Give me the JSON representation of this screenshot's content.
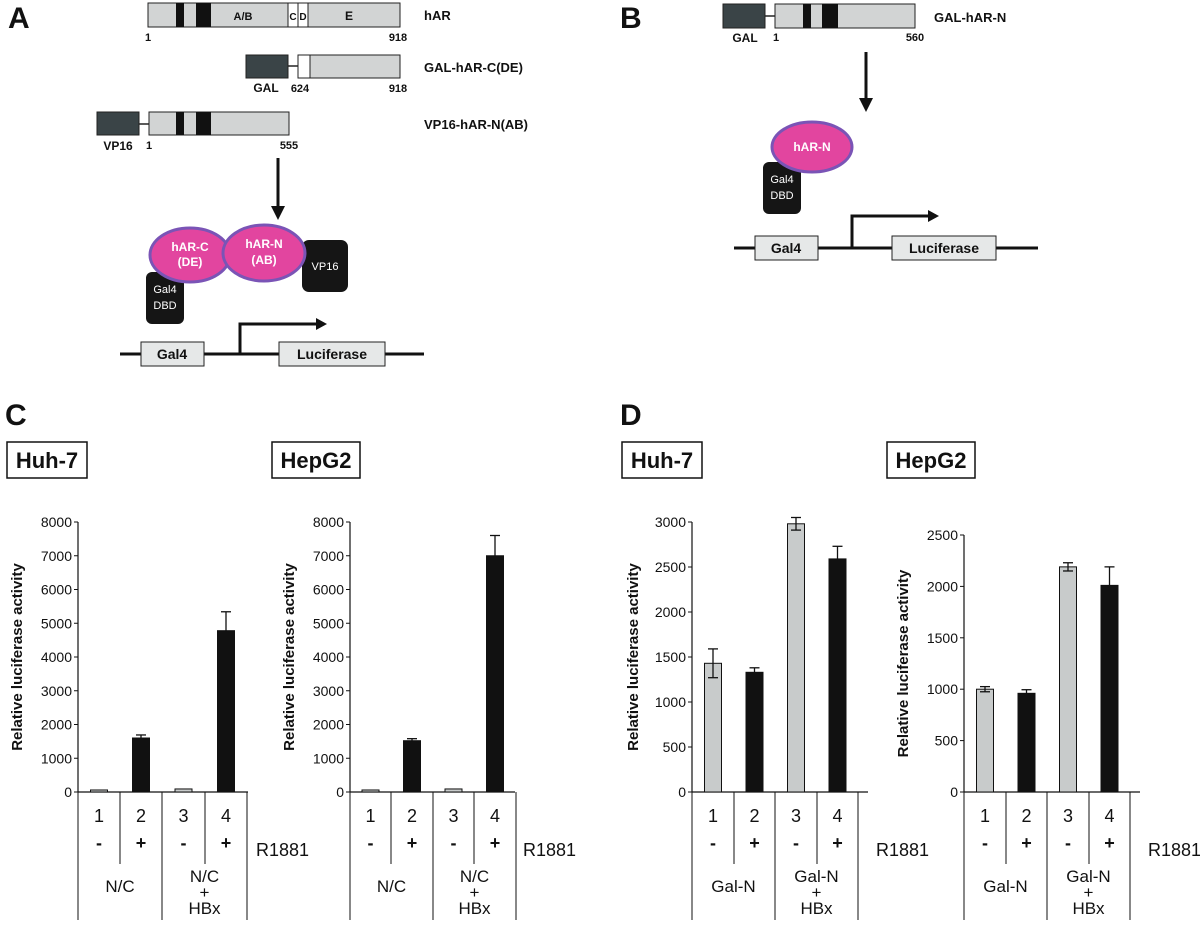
{
  "colors": {
    "dark_domain": "#3a4447",
    "light_domain": "#d2d4d4",
    "black_band": "#111111",
    "protein_fill": "#e2459f",
    "protein_stroke": "#7a54b6",
    "box_fill": "#e6e8e8",
    "gray_bar": "#c8cbcb",
    "black_bar": "#111111"
  },
  "panel_a": {
    "label": "A",
    "hAR": {
      "name": "hAR",
      "seg_ab": "A/B",
      "seg_c": "C",
      "seg_d": "D",
      "seg_e": "E",
      "start": "1",
      "end": "918"
    },
    "gal_c": {
      "name": "GAL-hAR-C(DE)",
      "gal": "GAL",
      "start": "624",
      "end": "918"
    },
    "vp16_n": {
      "name": "VP16-hAR-N(AB)",
      "vp16": "VP16",
      "start": "1",
      "end": "555"
    },
    "model": {
      "hAR_C_l1": "hAR-C",
      "hAR_C_l2": "(DE)",
      "hAR_N_l1": "hAR-N",
      "hAR_N_l2": "(AB)",
      "vp16": "VP16",
      "dbd_l1": "Gal4",
      "dbd_l2": "DBD",
      "gal4": "Gal4",
      "luciferase": "Luciferase"
    }
  },
  "panel_b": {
    "label": "B",
    "gal_n": {
      "name": "GAL-hAR-N",
      "gal": "GAL",
      "start": "1",
      "end": "560"
    },
    "model": {
      "hAR_N": "hAR-N",
      "dbd_l1": "Gal4",
      "dbd_l2": "DBD",
      "gal4": "Gal4",
      "luciferase": "Luciferase"
    }
  },
  "panel_c": {
    "label": "C"
  },
  "panel_d": {
    "label": "D"
  },
  "chart_data": [
    {
      "type": "bar",
      "panel": "C",
      "title": "Huh-7",
      "ylabel": "Relative luciferase activity",
      "ylim": [
        0,
        8000
      ],
      "yticks": [
        0,
        1000,
        2000,
        3000,
        4000,
        5000,
        6000,
        7000,
        8000
      ],
      "categories": [
        "1",
        "2",
        "3",
        "4"
      ],
      "r1881": [
        "-",
        "+",
        "-",
        "+"
      ],
      "r1881_label": "R1881",
      "groups": [
        {
          "line1": "N/C",
          "line2": "",
          "line3": ""
        },
        {
          "line1": "N/C",
          "line2": "+",
          "line3": "HBx"
        }
      ],
      "values": [
        60,
        1600,
        90,
        4780
      ],
      "errors": [
        0,
        90,
        0,
        560
      ],
      "bar_colors": [
        "gray",
        "black",
        "gray",
        "black"
      ]
    },
    {
      "type": "bar",
      "panel": "C",
      "title": "HepG2",
      "ylabel": "Relative luciferase activity",
      "ylim": [
        0,
        8000
      ],
      "yticks": [
        0,
        1000,
        2000,
        3000,
        4000,
        5000,
        6000,
        7000,
        8000
      ],
      "categories": [
        "1",
        "2",
        "3",
        "4"
      ],
      "r1881": [
        "-",
        "+",
        "-",
        "+"
      ],
      "r1881_label": "R1881",
      "groups": [
        {
          "line1": "N/C",
          "line2": "",
          "line3": ""
        },
        {
          "line1": "N/C",
          "line2": "+",
          "line3": "HBx"
        }
      ],
      "values": [
        60,
        1520,
        90,
        7000
      ],
      "errors": [
        0,
        60,
        0,
        600
      ],
      "bar_colors": [
        "gray",
        "black",
        "gray",
        "black"
      ]
    },
    {
      "type": "bar",
      "panel": "D",
      "title": "Huh-7",
      "ylabel": "Relative luciferase activity",
      "ylim": [
        0,
        3000
      ],
      "yticks": [
        0,
        500,
        1000,
        1500,
        2000,
        2500,
        3000
      ],
      "categories": [
        "1",
        "2",
        "3",
        "4"
      ],
      "r1881": [
        "-",
        "+",
        "-",
        "+"
      ],
      "r1881_label": "R1881",
      "groups": [
        {
          "line1": "Gal-N",
          "line2": "",
          "line3": ""
        },
        {
          "line1": "Gal-N",
          "line2": "+",
          "line3": "HBx"
        }
      ],
      "values": [
        1430,
        1330,
        2980,
        2590
      ],
      "errors": [
        160,
        50,
        70,
        140
      ],
      "bar_colors": [
        "gray",
        "black",
        "gray",
        "black"
      ]
    },
    {
      "type": "bar",
      "panel": "D",
      "title": "HepG2",
      "ylabel": "Relative luciferase activity",
      "ylim": [
        0,
        2500
      ],
      "yticks": [
        0,
        500,
        1000,
        1500,
        2000,
        2500
      ],
      "categories": [
        "1",
        "2",
        "3",
        "4"
      ],
      "r1881": [
        "-",
        "+",
        "-",
        "+"
      ],
      "r1881_label": "R1881",
      "groups": [
        {
          "line1": "Gal-N",
          "line2": "",
          "line3": ""
        },
        {
          "line1": "Gal-N",
          "line2": "+",
          "line3": "HBx"
        }
      ],
      "values": [
        1000,
        960,
        2190,
        2010
      ],
      "errors": [
        25,
        35,
        40,
        180
      ],
      "bar_colors": [
        "gray",
        "black",
        "gray",
        "black"
      ]
    }
  ]
}
